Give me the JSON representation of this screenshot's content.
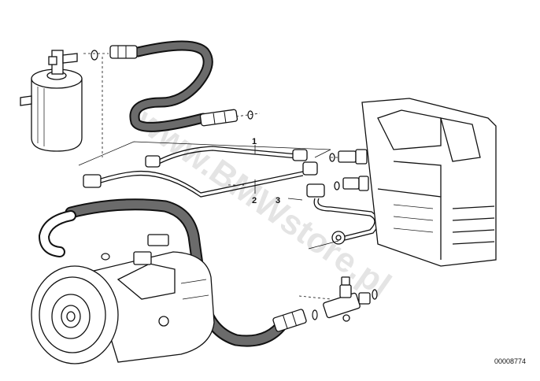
{
  "callouts": [
    "1",
    "2",
    "3"
  ],
  "part_number": "00008774",
  "watermark": "www.BMWstore.pl",
  "colors": {
    "line": "#111111",
    "hose_fill": "#6b6b6b",
    "background": "#ffffff"
  }
}
